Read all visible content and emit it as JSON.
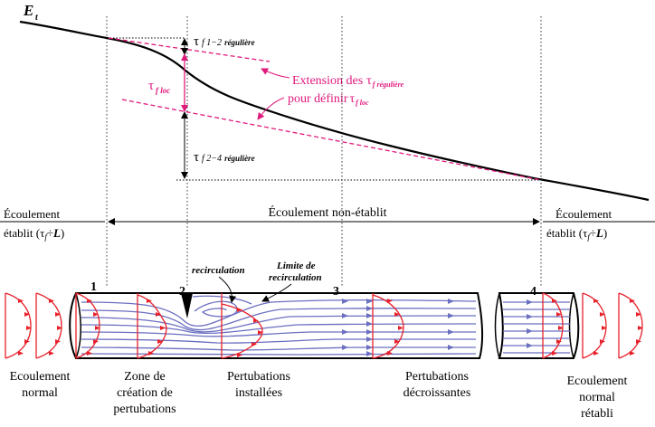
{
  "energy_label": "E",
  "energy_sub": "t",
  "tau": "τ",
  "tau12_sub": "f 1−2",
  "tau12_word": "régulière",
  "tau24_sub": "f 2−4",
  "tau24_word": "régulière",
  "tau_loc_sub": "f loc",
  "ext_line1": "Extension des",
  "ext_line1_sub": "f régulière",
  "ext_line2": "pour définir",
  "ext_line2_sub": "f loc",
  "flow_left_1": "Écoulement",
  "flow_left_2": "établit (",
  "flow_left_3": "÷",
  "flow_left_L": "L",
  "flow_left_4": ")",
  "flow_mid": "Écoulement non-établit",
  "flow_right_1": "Écoulement",
  "flow_right_2": "établit (",
  "flow_right_3": "÷",
  "flow_right_L": "L",
  "flow_right_4": ")",
  "tau_f_sub": "f",
  "recirc_label": "recirculation",
  "limit_label_1": "Limite de",
  "limit_label_2": "recirculation",
  "section_1": "1",
  "section_2": "2",
  "section_3": "3",
  "section_4": "4",
  "zone_normal_1": "Ecoulement",
  "zone_normal_2": "normal",
  "zone_creation_1": "Zone de",
  "zone_creation_2": "création de",
  "zone_creation_3": "pertubations",
  "zone_installed_1": "Pertubations",
  "zone_installed_2": "installées",
  "zone_decreasing_1": "Pertubations",
  "zone_decreasing_2": "décroissantes",
  "zone_restored_1": "Ecoulement",
  "zone_restored_2": "normal",
  "zone_restored_3": "rétabli",
  "colors": {
    "pink": "#e0197d",
    "red": "#e8202a",
    "blue": "#6b6fc0",
    "black": "#000000"
  }
}
